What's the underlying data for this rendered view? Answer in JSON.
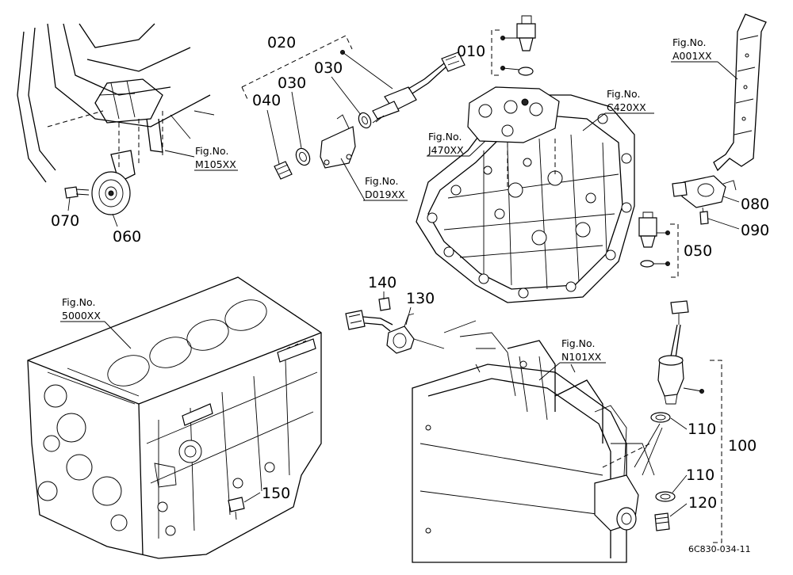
{
  "callouts": {
    "c010": "010",
    "c020": "020",
    "c030a": "030",
    "c030b": "030",
    "c040": "040",
    "c050": "050",
    "c060": "060",
    "c070": "070",
    "c080": "080",
    "c090": "090",
    "c100": "100",
    "c110a": "110",
    "c110b": "110",
    "c120": "120",
    "c130": "130",
    "c140": "140",
    "c150": "150"
  },
  "fig_refs": {
    "m105": {
      "line1": "Fig.No.",
      "line2": "M105XX"
    },
    "d019": {
      "line1": "Fig.No.",
      "line2": "D019XX"
    },
    "j470": {
      "line1": "Fig.No.",
      "line2": "J470XX"
    },
    "c420": {
      "line1": "Fig.No.",
      "line2": "C420XX"
    },
    "a001": {
      "line1": "Fig.No.",
      "line2": "A001XX"
    },
    "s5000": {
      "line1": "Fig.No.",
      "line2": "5000XX"
    },
    "n101": {
      "line1": "Fig.No.",
      "line2": "N101XX"
    }
  },
  "drawing_code": "6C830-034-11"
}
